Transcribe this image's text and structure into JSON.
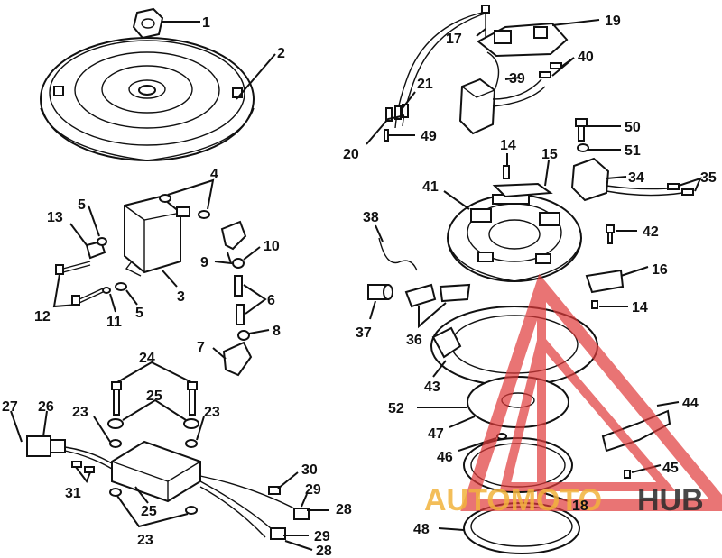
{
  "labels": {
    "l1": "1",
    "l2": "2",
    "l3": "3",
    "l4": "4",
    "l5a": "5",
    "l5b": "5",
    "l6": "6",
    "l7": "7",
    "l8": "8",
    "l9": "9",
    "l10": "10",
    "l11": "11",
    "l12": "12",
    "l13": "13",
    "l14a": "14",
    "l14b": "14",
    "l15": "15",
    "l16": "16",
    "l17": "17",
    "l18": "18",
    "l19": "19",
    "l20": "20",
    "l21": "21",
    "l23a": "23",
    "l23b": "23",
    "l23c": "23",
    "l24": "24",
    "l25a": "25",
    "l25b": "25",
    "l26": "26",
    "l27": "27",
    "l28a": "28",
    "l28b": "28",
    "l29a": "29",
    "l29b": "29",
    "l30": "30",
    "l31": "31",
    "l34": "34",
    "l35": "35",
    "l36": "36",
    "l37": "37",
    "l38": "38",
    "l39": "39",
    "l40": "40",
    "l41": "41",
    "l42": "42",
    "l43": "43",
    "l44": "44",
    "l45": "45",
    "l46": "46",
    "l47": "47",
    "l48": "48",
    "l49": "49",
    "l50": "50",
    "l51": "51",
    "l52": "52"
  },
  "watermark": {
    "part_a": "AUTOMOTO",
    "part_b": "HUB",
    "logo_color": "#e03a3a",
    "text_color_a": "#f2b33d",
    "text_color_b": "#2a2a2a"
  }
}
